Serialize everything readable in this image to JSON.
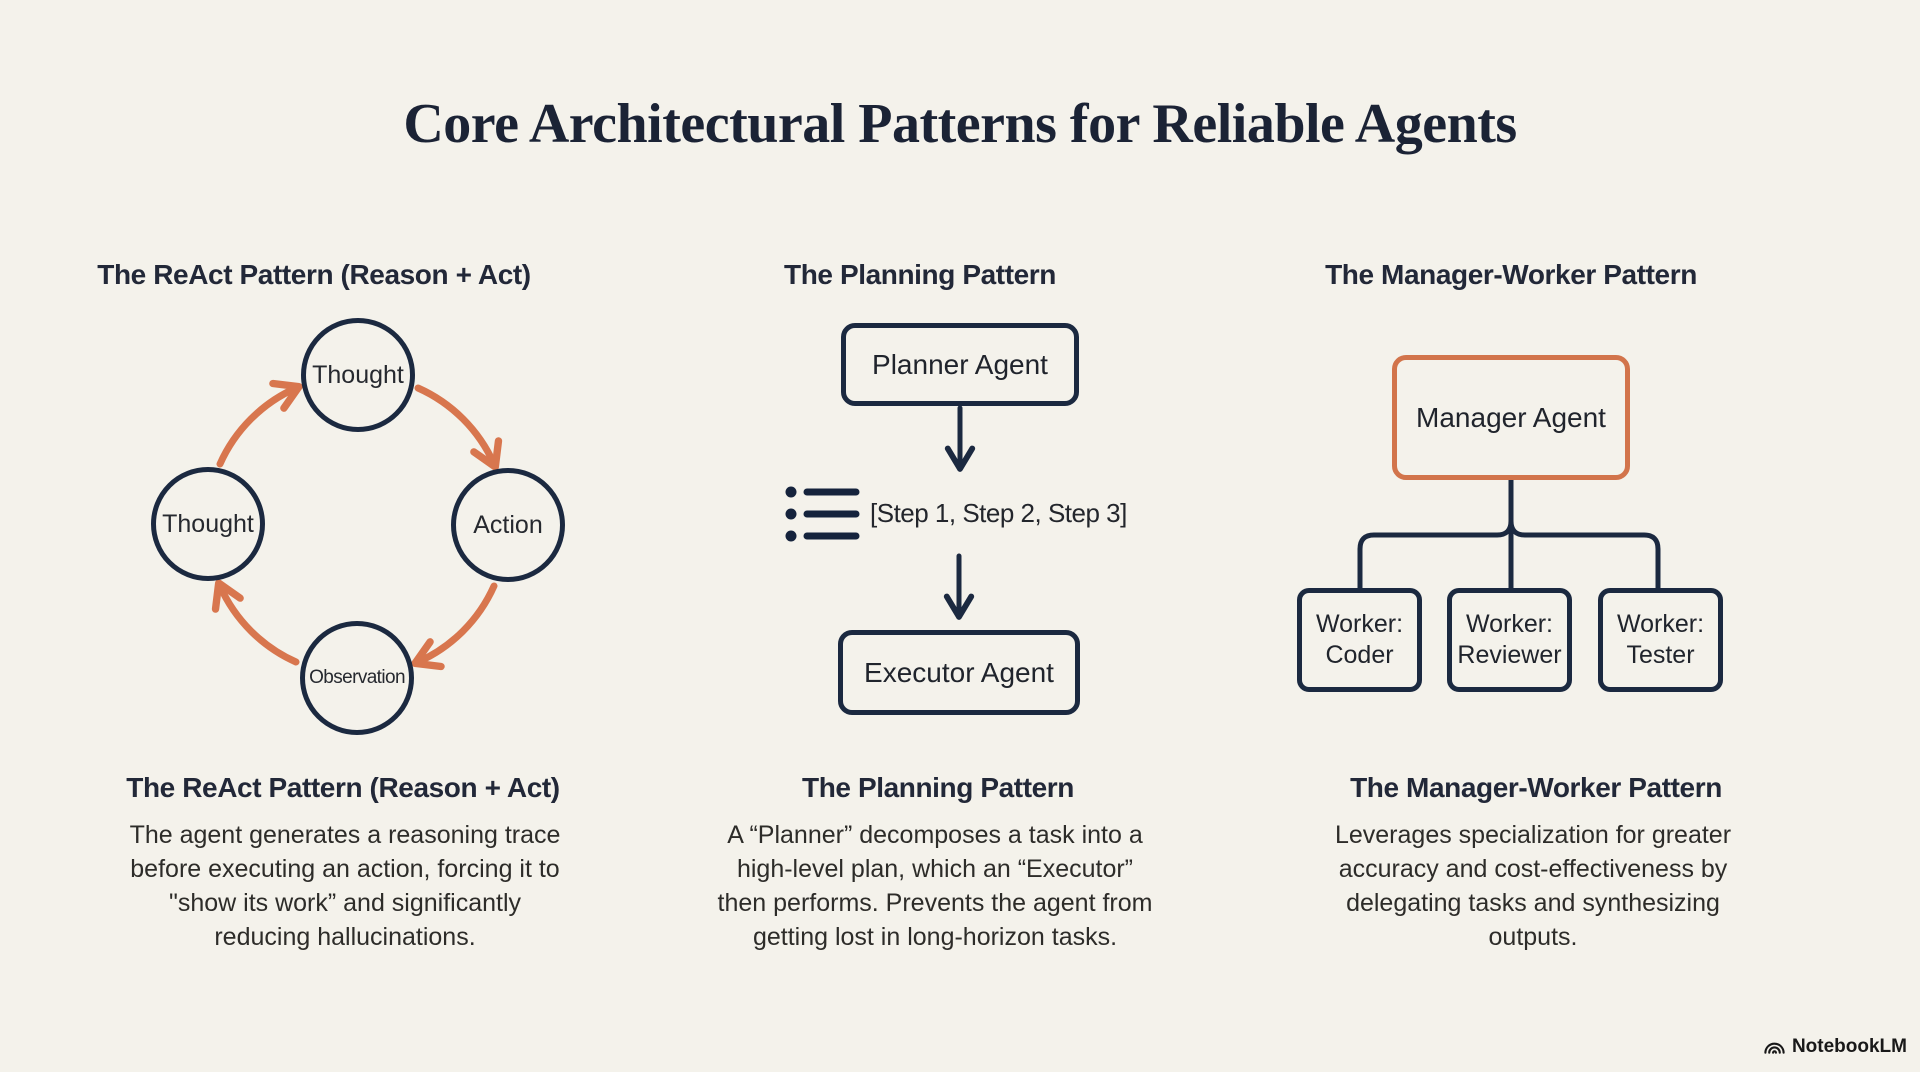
{
  "title": "Core Architectural Patterns for Reliable Agents",
  "colors": {
    "background": "#f4f2eb",
    "navy": "#1b2940",
    "orange": "#d8764e",
    "heading_text": "#222838",
    "body_text": "#2d2c29"
  },
  "react_pattern": {
    "heading": "The ReAct Pattern (Reason + Act)",
    "cycle_nodes": {
      "top": "Thought",
      "right": "Action",
      "bottom": "Observation",
      "left": "Thought"
    },
    "bottom_heading": "The ReAct Pattern (Reason + Act)",
    "description": "The agent generates a reasoning trace\nbefore executing an action, forcing it to\n\"show its work” and significantly\nreducing hallucinations."
  },
  "planning_pattern": {
    "heading": "The Planning Pattern",
    "planner_box": "Planner Agent",
    "steps_label": "[Step 1, Step 2, Step 3]",
    "executor_box": "Executor Agent",
    "bottom_heading": "The Planning Pattern",
    "description": "A “Planner” decomposes a task into a\nhigh-level plan, which an “Executor”\nthen performs. Prevents the agent from\ngetting lost in long-horizon tasks."
  },
  "manager_worker_pattern": {
    "heading": "The Manager-Worker Pattern",
    "manager_box": "Manager Agent",
    "workers": [
      "Worker:\nCoder",
      "Worker:\nReviewer",
      "Worker:\nTester"
    ],
    "bottom_heading": "The Manager-Worker Pattern",
    "description": "Leverages specialization for greater\naccuracy and cost-effectiveness by\ndelegating tasks and synthesizing\noutputs."
  },
  "footer": {
    "brand": "NotebookLM"
  }
}
